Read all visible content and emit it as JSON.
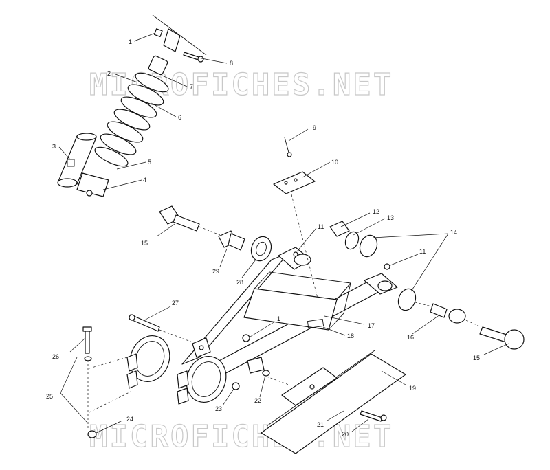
{
  "watermark": {
    "top": "MICROFICHES.NET",
    "bottom": "MICROFICHES.NET"
  },
  "callouts": [
    {
      "id": "c1a",
      "label": "1"
    },
    {
      "id": "c8",
      "label": "8"
    },
    {
      "id": "c2",
      "label": "2"
    },
    {
      "id": "c7",
      "label": "7"
    },
    {
      "id": "c6",
      "label": "6"
    },
    {
      "id": "c3",
      "label": "3"
    },
    {
      "id": "c5",
      "label": "5"
    },
    {
      "id": "c4",
      "label": "4"
    },
    {
      "id": "c9",
      "label": "9"
    },
    {
      "id": "c10",
      "label": "10"
    },
    {
      "id": "c12",
      "label": "12"
    },
    {
      "id": "c13",
      "label": "13"
    },
    {
      "id": "c11a",
      "label": "11"
    },
    {
      "id": "c14",
      "label": "14"
    },
    {
      "id": "c11b",
      "label": "11"
    },
    {
      "id": "c15a",
      "label": "15"
    },
    {
      "id": "c29",
      "label": "29"
    },
    {
      "id": "c28",
      "label": "28"
    },
    {
      "id": "c27",
      "label": "27"
    },
    {
      "id": "c1b",
      "label": "1"
    },
    {
      "id": "c17",
      "label": "17"
    },
    {
      "id": "c18",
      "label": "18"
    },
    {
      "id": "c16",
      "label": "16"
    },
    {
      "id": "c15b",
      "label": "15"
    },
    {
      "id": "c26",
      "label": "26"
    },
    {
      "id": "c25",
      "label": "25"
    },
    {
      "id": "c19",
      "label": "19"
    },
    {
      "id": "c22",
      "label": "22"
    },
    {
      "id": "c23",
      "label": "23"
    },
    {
      "id": "c24",
      "label": "24"
    },
    {
      "id": "c21",
      "label": "21"
    },
    {
      "id": "c20",
      "label": "20"
    }
  ]
}
